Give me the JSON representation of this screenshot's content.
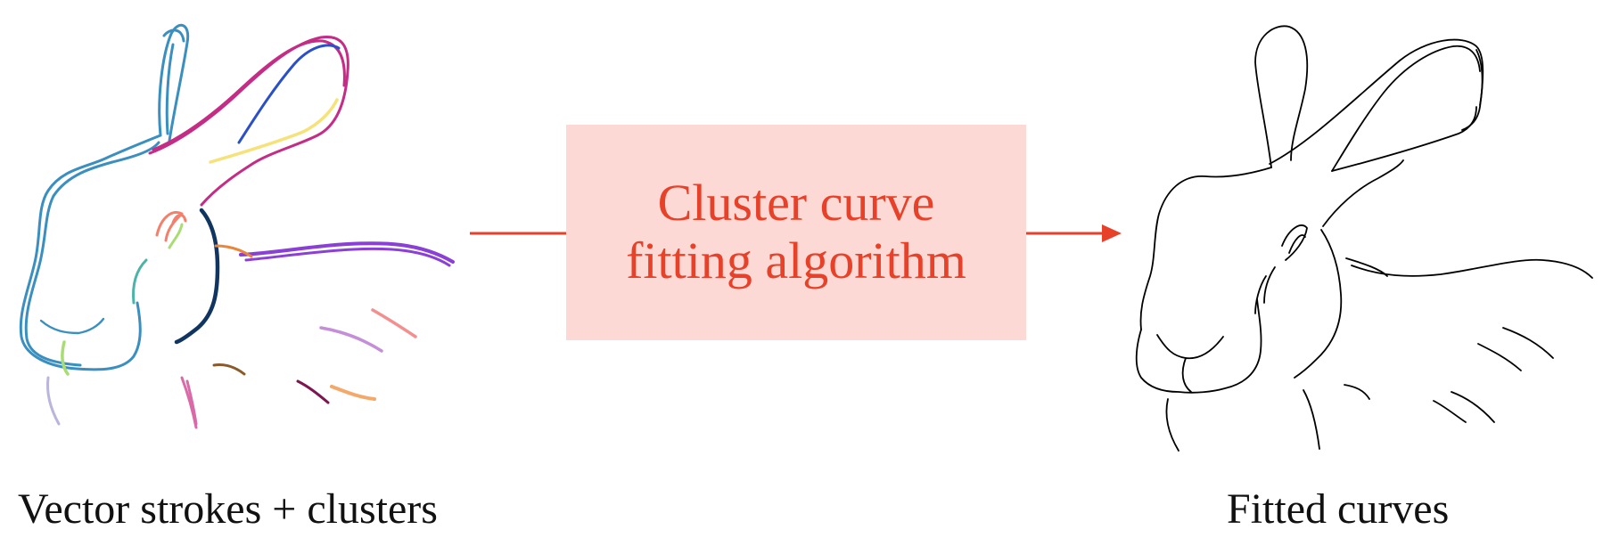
{
  "left_panel": {
    "caption": "Vector strokes + clusters",
    "cluster_colors": [
      "#3a8fc0",
      "#c42c86",
      "#2b4fc8",
      "#f7e27a",
      "#0f3560",
      "#8a3fd6",
      "#f47f6a",
      "#a9dd74",
      "#e8873c",
      "#b9b5dd",
      "#d96aa8",
      "#f4a86a",
      "#8b5a2b",
      "#7b1650",
      "#c58ed8",
      "#f48f8f",
      "#4bb3a8"
    ]
  },
  "process_box": {
    "line1": "Cluster curve",
    "line2": "fitting algorithm",
    "background": "#fdd9d5",
    "text_color": "#e8412a"
  },
  "arrow": {
    "color": "#e8412a"
  },
  "right_panel": {
    "caption": "Fitted curves",
    "stroke_color": "#000000"
  }
}
